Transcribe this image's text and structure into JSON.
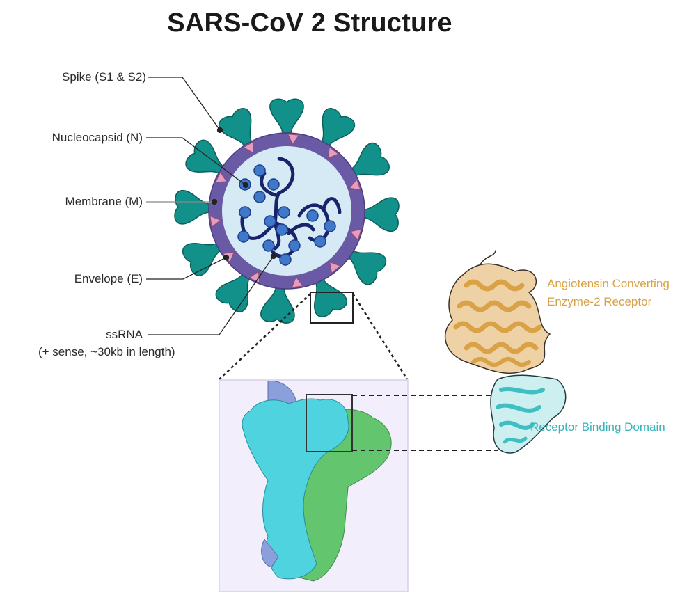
{
  "title": "SARS-CoV 2 Structure",
  "virion_labels": {
    "spike": "Spike (S1 & S2)",
    "nucleocapsid": "Nucleocapsid (N)",
    "membrane": "Membrane (M)",
    "envelope": "Envelope (E)",
    "ssrna": "ssRNA",
    "ssrna_detail": "(+ sense, ~30kb in length)"
  },
  "protein_labels": {
    "ace2_line1": "Angiotensin Converting",
    "ace2_line2": "Enzyme-2 Receptor",
    "rbd": "Receptor Binding Domain"
  },
  "colors": {
    "spike": "#12908a",
    "membrane": "#6a5aa6",
    "envelope_triangles": "#e79bbf",
    "core": "#d5eaf5",
    "nucleocapsid": "#3f77c9",
    "rna": "#17236b",
    "ace2": "#e5b774",
    "rbd": "#3fbfc2",
    "spike_trimer_cyan": "#4fd3df",
    "spike_trimer_green": "#63c66e",
    "spike_trimer_blue": "#8b9fdc",
    "panel_bg": "#f3eefb"
  }
}
